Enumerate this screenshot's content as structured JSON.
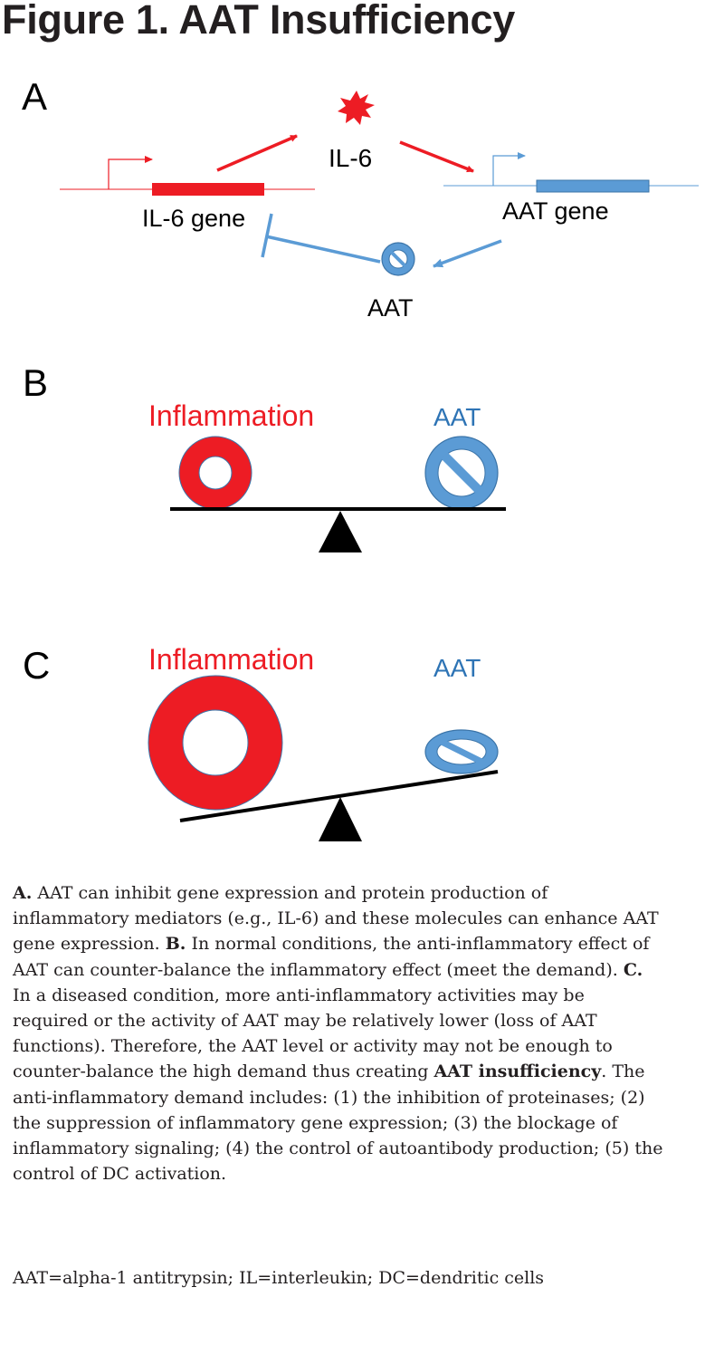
{
  "title": "Figure 1. AAT Insufficiency",
  "panel_a": {
    "label": "A",
    "il6": "IL-6",
    "il6_gene": "IL-6 gene",
    "aat_gene": "AAT gene",
    "aat": "AAT"
  },
  "panel_b": {
    "label": "B",
    "inflammation": "Inflammation",
    "aat": "AAT"
  },
  "panel_c": {
    "label": "C",
    "inflammation": "Inflammation",
    "aat": "AAT"
  },
  "caption": {
    "a_label": "A.",
    "a_text": " AAT can inhibit gene expression and protein production of inflammatory mediators (e.g., IL-6) and these molecules can enhance AAT gene expression. ",
    "b_label": "B.",
    "b_text": " In normal conditions, the anti-inflammatory effect of AAT can counter-balance the inflammatory effect (meet the demand). ",
    "c_label": "C.",
    "c_text": " In a diseased condition, more anti-inflammatory activities may be required or the activity of AAT may be relatively lower (loss of AAT functions). Therefore, the AAT level or activity may not be enough to counter-balance the high demand thus creating ",
    "term": "AAT insufficiency",
    "d_text": ". The anti-inflammatory demand includes: (1) the inhibition of proteinases; (2) the suppression of inflammatory gene expression; (3) the blockage of inflammatory signaling; (4) the control of autoantibody production; (5) the control of DC activation."
  },
  "abbreviations": "AAT=alpha-1 antitrypsin; IL=interleukin; DC=dendritic cells",
  "colors": {
    "red": "#ed1c24",
    "blue": "#5b9bd5",
    "blue_text": "#2e74b5",
    "black": "#000000"
  }
}
